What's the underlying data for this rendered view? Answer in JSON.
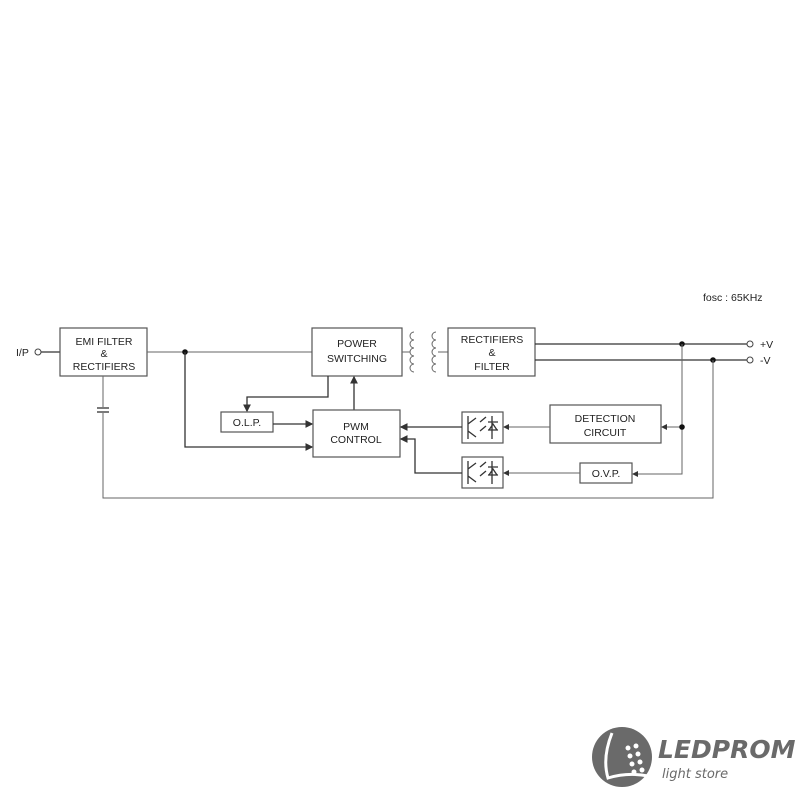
{
  "diagram": {
    "fosc_label": "fosc :  65KHz",
    "input_label": "I/P",
    "output_plus": "+V",
    "output_minus": "-V",
    "blocks": {
      "emi": [
        "EMI FILTER",
        "&",
        "RECTIFIERS"
      ],
      "power_switching": [
        "POWER",
        "SWITCHING"
      ],
      "rectifiers_filter": [
        "RECTIFIERS",
        "&",
        "FILTER"
      ],
      "olp": "O.L.P.",
      "pwm": [
        "PWM",
        "CONTROL"
      ],
      "detection": [
        "DETECTION",
        "CIRCUIT"
      ],
      "ovp": "O.V.P."
    }
  },
  "logo": {
    "name": "LEDPROM",
    "tagline": "light store"
  }
}
